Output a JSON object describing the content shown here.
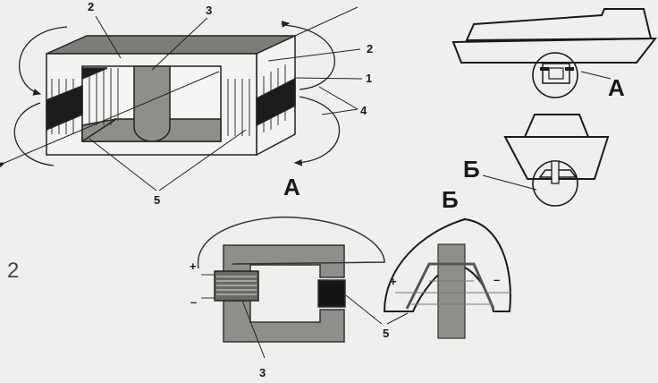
{
  "figure_number": "2",
  "figure_a": {
    "labels": [
      "2",
      "3",
      "2",
      "1",
      "4",
      "5"
    ],
    "caption": "А"
  },
  "ships": {
    "callout_a": "А",
    "callout_b": "Б"
  },
  "figure_b": {
    "caption": "Б",
    "plus": "+",
    "minus": "–",
    "label_coil": "3",
    "label_magnet": "5",
    "arch_plus": "+",
    "arch_minus": "–"
  },
  "colors": {
    "gray": "#8e8e8a",
    "dark": "#1c1c1c",
    "paper": "#efefed"
  }
}
